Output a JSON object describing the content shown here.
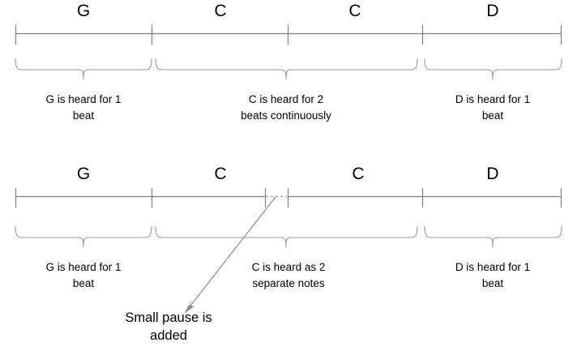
{
  "figure": {
    "title_visible": false,
    "colors": {
      "line": "#808080",
      "brace": "#9a9a9a",
      "arrow": "#8c8c8c",
      "text": "#000000",
      "background": "#ffffff"
    }
  },
  "rows": [
    {
      "id": "continuous-row",
      "name": "timeline-continuous",
      "notes": [
        {
          "label": "G"
        },
        {
          "label": "C"
        },
        {
          "label": "C"
        },
        {
          "label": "D"
        }
      ],
      "captions": [
        {
          "line1": "G is heard for 1",
          "line2": "beat"
        },
        {
          "line1": "C is heard for 2",
          "line2": "beats continuously"
        },
        {
          "line1": "D is heard for 1",
          "line2": "beat"
        }
      ]
    },
    {
      "id": "separated-row",
      "name": "timeline-separated",
      "notes": [
        {
          "label": "G"
        },
        {
          "label": "C"
        },
        {
          "label": "C"
        },
        {
          "label": "D"
        }
      ],
      "captions": [
        {
          "line1": "G is heard for 1",
          "line2": "beat"
        },
        {
          "line1": "C is heard as 2",
          "line2": "separate notes"
        },
        {
          "line1": "D is heard for 1",
          "line2": "beat"
        }
      ],
      "annotation": {
        "line1": "Small pause is",
        "line2": "added"
      }
    }
  ]
}
